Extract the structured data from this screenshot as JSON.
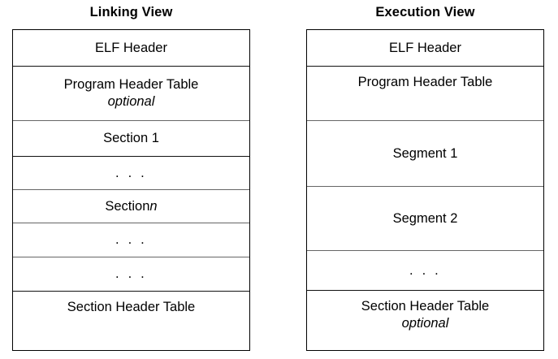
{
  "diagram": {
    "title_left": "Linking View",
    "title_right": "Execution View",
    "ellipsis": ". . .",
    "optional_label": "optional",
    "linking_view": {
      "rows": [
        {
          "label": "ELF Header",
          "sub": ""
        },
        {
          "label": "Program Header Table",
          "sub": "optional"
        },
        {
          "label": "Section 1",
          "sub": ""
        },
        {
          "label": ". . .",
          "sub": ""
        },
        {
          "label": "Section",
          "italic_suffix": "n",
          "sub": ""
        },
        {
          "label": ". . .",
          "sub": ""
        },
        {
          "label": ". . .",
          "sub": ""
        },
        {
          "label": "Section Header Table",
          "sub": ""
        }
      ]
    },
    "execution_view": {
      "rows": [
        {
          "label": "ELF Header",
          "sub": ""
        },
        {
          "label": "Program Header Table",
          "sub": ""
        },
        {
          "label": "Segment 1",
          "sub": ""
        },
        {
          "label": "Segment 2",
          "sub": ""
        },
        {
          "label": ". . .",
          "sub": ""
        },
        {
          "label": "Section Header Table",
          "sub": "optional"
        }
      ]
    }
  },
  "colors": {
    "border": "#000000",
    "rule": "#111111",
    "rule_light": "#666666",
    "background": "#ffffff",
    "text": "#000000"
  }
}
